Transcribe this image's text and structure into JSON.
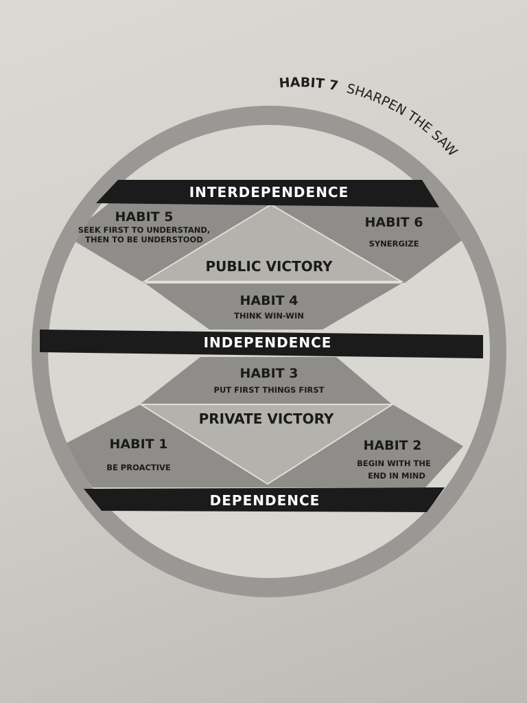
{
  "ring": {
    "title": "HABIT 7",
    "subtitle": "SHARPEN THE SAW"
  },
  "bands": {
    "interdependence": "INTERDEPENDENCE",
    "independence": "INDEPENDENCE",
    "dependence": "DEPENDENCE"
  },
  "victories": {
    "public": "PUBLIC VICTORY",
    "private": "PRIVATE VICTORY"
  },
  "habits": {
    "h1": {
      "title": "HABIT 1",
      "lines": [
        "BE PROACTIVE"
      ]
    },
    "h2": {
      "title": "HABIT 2",
      "lines": [
        "BEGIN WITH THE",
        "END IN MIND"
      ]
    },
    "h3": {
      "title": "HABIT 3",
      "lines": [
        "PUT FIRST THINGS FIRST"
      ]
    },
    "h4": {
      "title": "HABIT 4",
      "lines": [
        "THINK WIN-WIN"
      ]
    },
    "h5": {
      "title": "HABIT 5",
      "lines": [
        "SEEK FIRST TO UNDERSTAND,",
        "THEN TO BE UNDERSTOOD"
      ]
    },
    "h6": {
      "title": "HABIT 6",
      "lines": [
        "SYNERGIZE"
      ]
    }
  },
  "colors": {
    "ring": "#9a9894",
    "panel_dark": "#8f8d89",
    "panel_light": "#b4b2ad",
    "band": "#1b1b1b",
    "inner": "#d9d7d2"
  }
}
